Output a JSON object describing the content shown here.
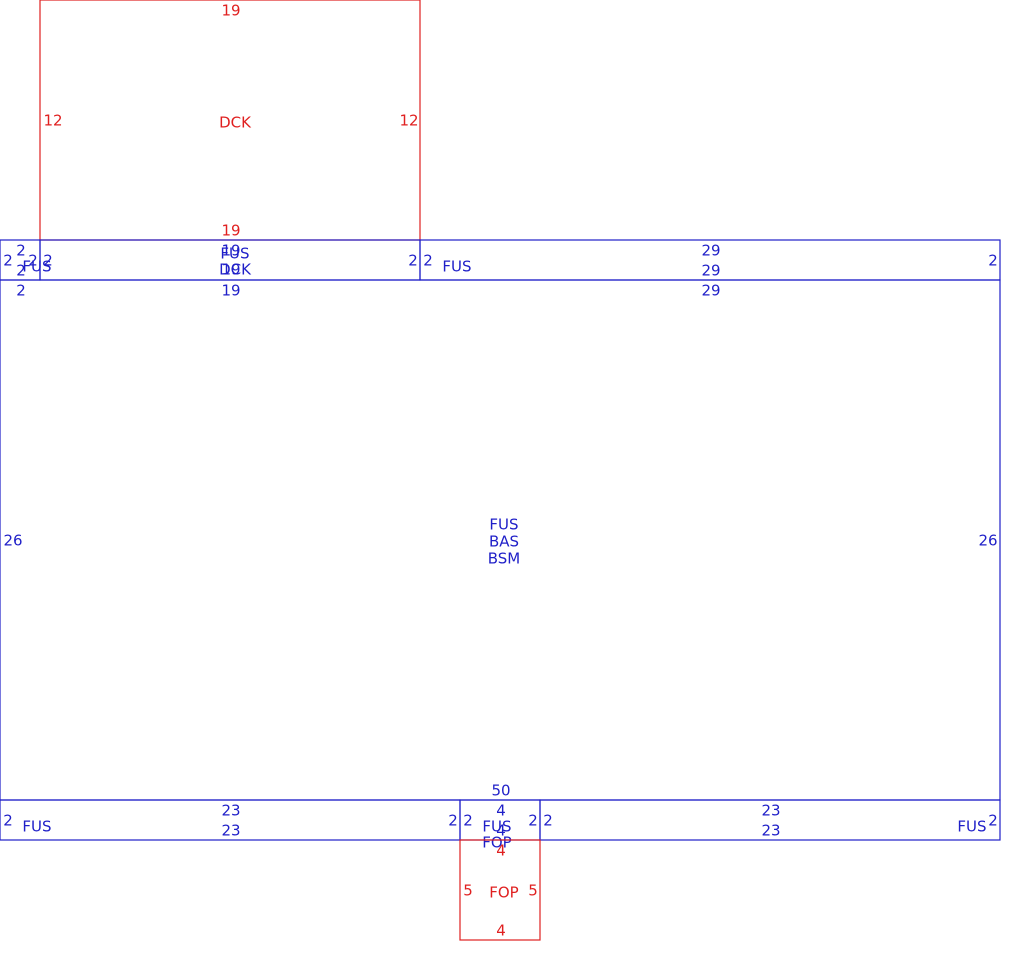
{
  "colors": {
    "main": "#1f1fc8",
    "addition": "#e02020"
  },
  "deck": {
    "code": "DCK",
    "top": "19",
    "bottom": "19",
    "left": "12",
    "right": "12"
  },
  "upper_fus_strip": {
    "small_a": {
      "top": "2",
      "left": "2",
      "right": "2",
      "bottom": "2"
    },
    "middle": {
      "code_1": "FUS",
      "code_2": "DCK",
      "top": "19",
      "left": "2",
      "right": "2",
      "bottom": "19"
    },
    "right": {
      "code": "FUS",
      "top": "29",
      "bottom": "29",
      "left": "2",
      "right": "2"
    },
    "left_label": "FUS"
  },
  "main_block": {
    "code_1": "FUS",
    "code_2": "BAS",
    "code_3": "BSM",
    "top_left": "2",
    "top_mid": "19",
    "top_right": "29",
    "left": "26",
    "right": "26",
    "bottom": "50"
  },
  "lower_fus_strip": {
    "left": {
      "code": "FUS",
      "top": "23",
      "bottom": "23",
      "left": "2",
      "right": "2"
    },
    "middle": {
      "code_1": "FUS",
      "code_2": "FOP",
      "top": "4",
      "left": "2",
      "right": "2",
      "bottom": "4"
    },
    "right": {
      "code": "FUS",
      "top": "23",
      "bottom": "23",
      "left": "2",
      "right": "2"
    }
  },
  "porch": {
    "code": "FOP",
    "top": "4",
    "bottom": "4",
    "left": "5",
    "right": "5"
  }
}
